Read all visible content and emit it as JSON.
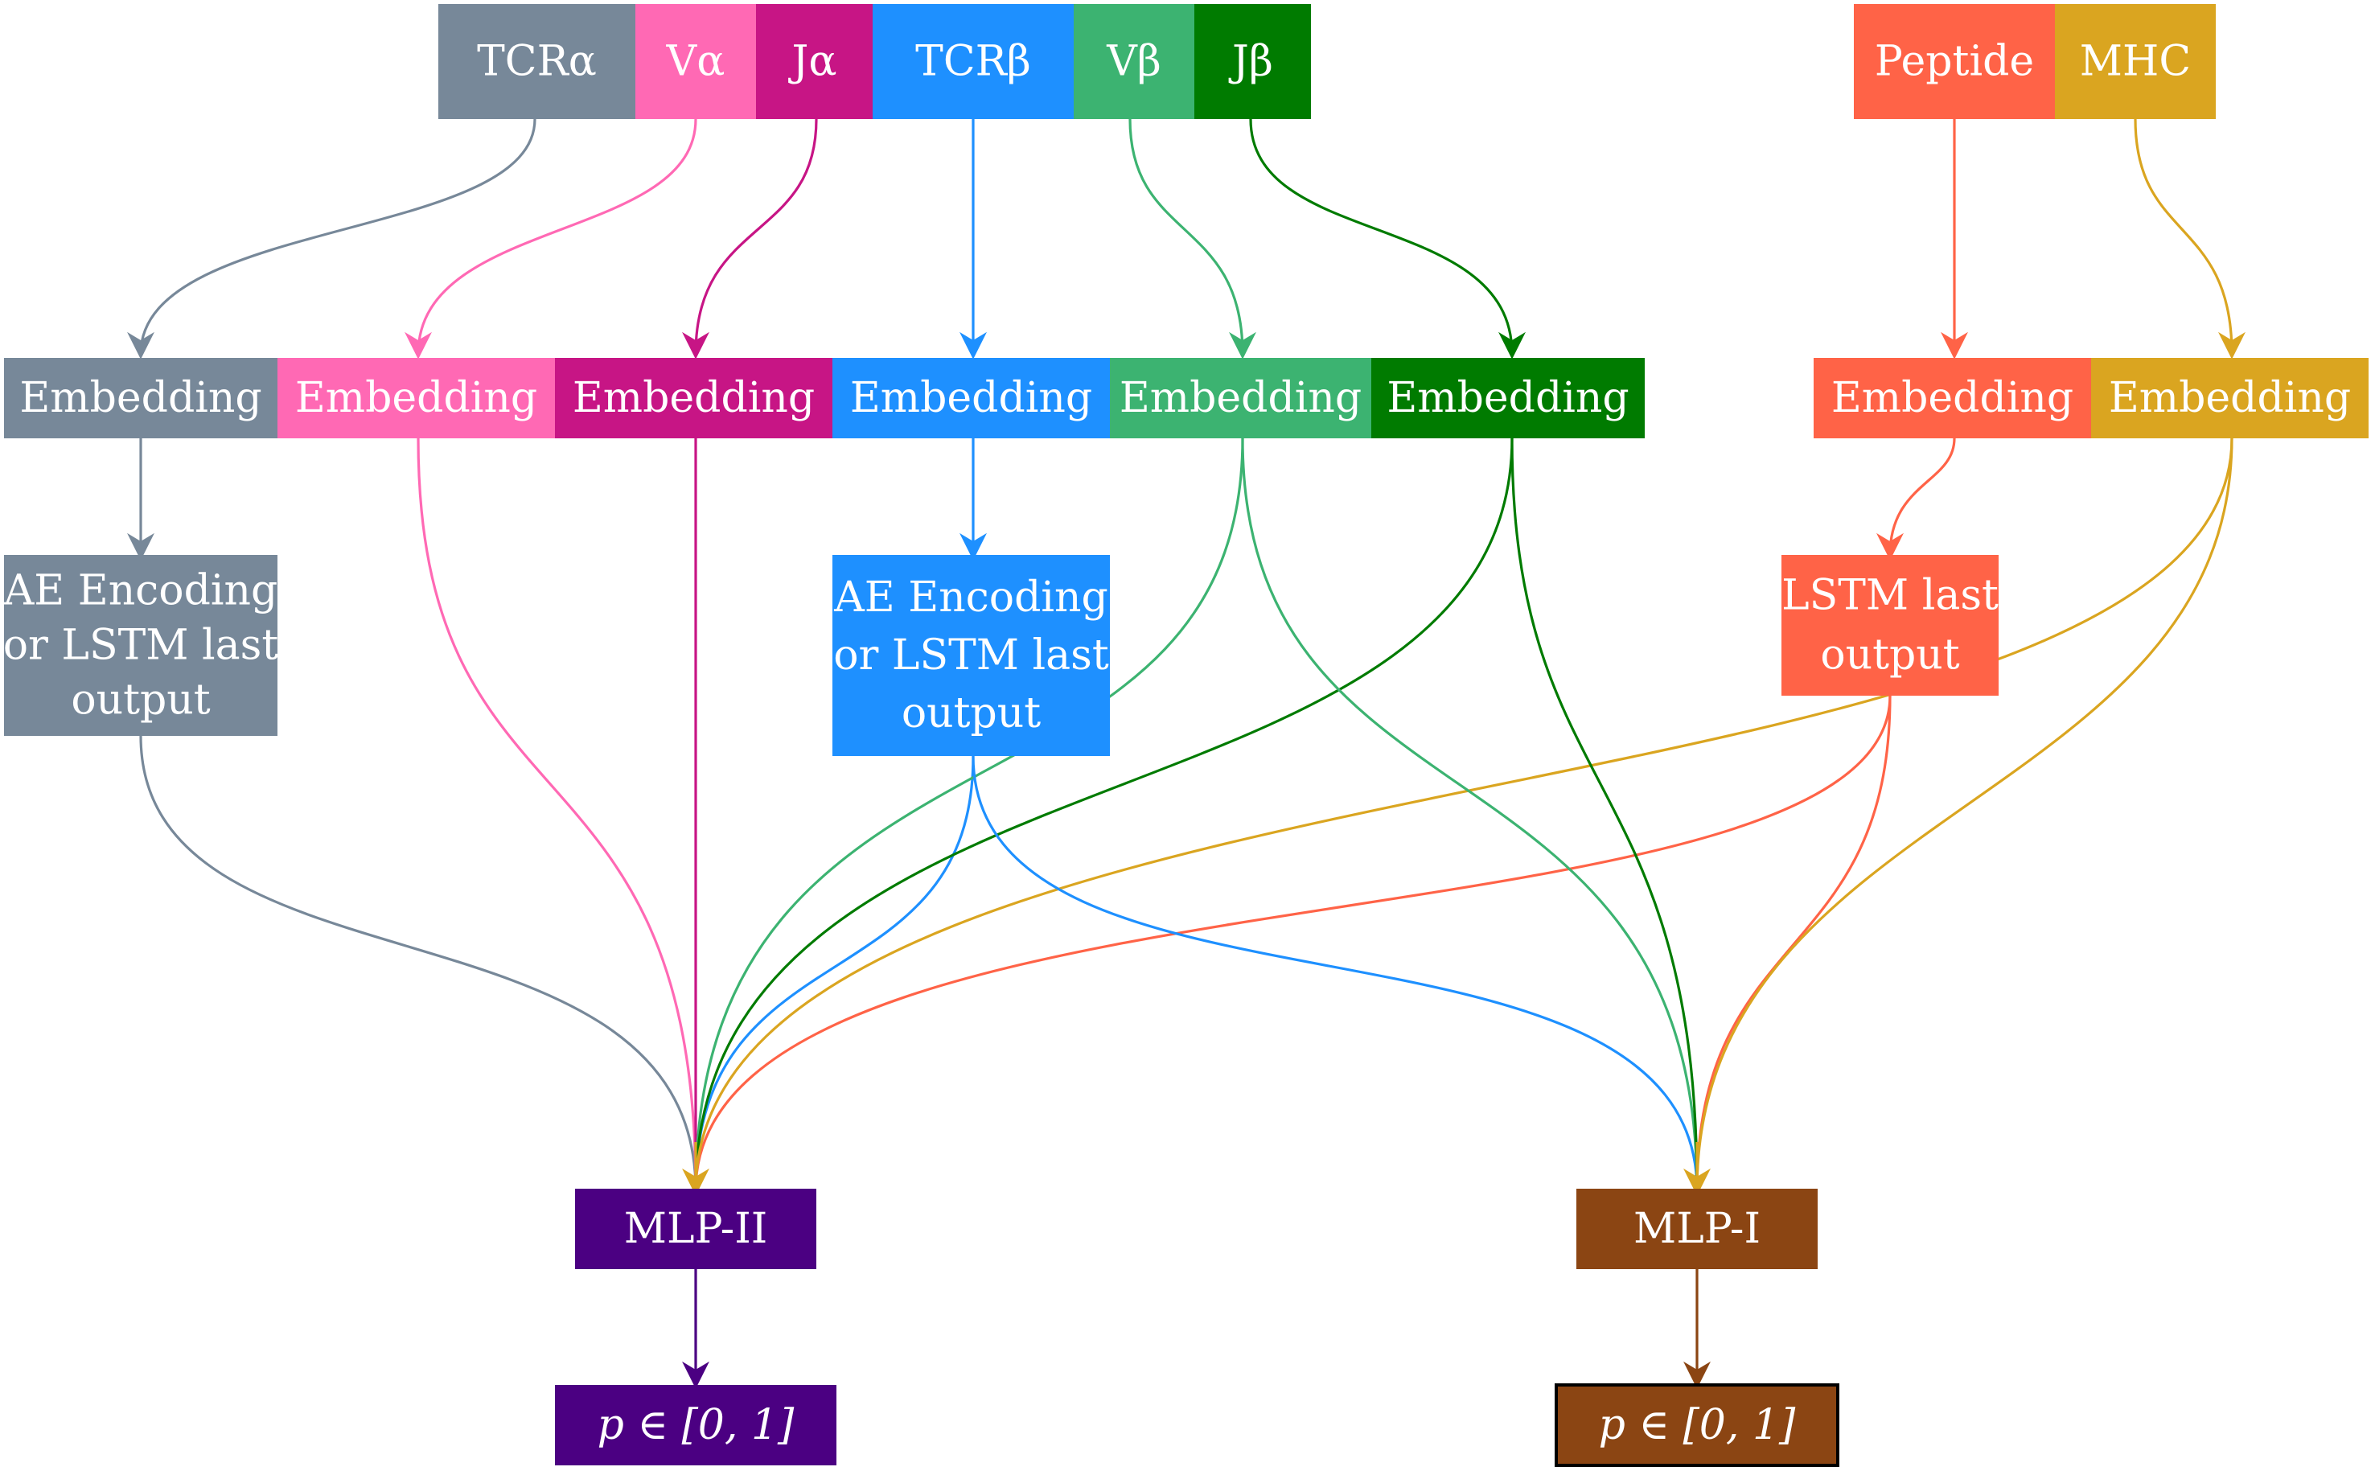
{
  "colors": {
    "tcra": "#778899",
    "va": "#ff69b4",
    "ja": "#c71585",
    "tcrb": "#1e90ff",
    "vb": "#3cb371",
    "jb": "#007b00",
    "peptide": "#ff6347",
    "mhc": "#daa520",
    "mlp2": "#4b0082",
    "mlp1": "#8b4513",
    "mlp1_border": "#000000",
    "text": "#ffffff"
  },
  "inputs": {
    "tcra": "TCRα",
    "va": "Vα",
    "ja": "Jα",
    "tcrb": "TCRβ",
    "vb": "Vβ",
    "jb": "Jβ",
    "peptide": "Peptide",
    "mhc": "MHC"
  },
  "embedding_label": "Embedding",
  "encoders": {
    "tcra": [
      "AE Encoding",
      "or LSTM last",
      "output"
    ],
    "tcrb": [
      "AE Encoding",
      "or LSTM last",
      "output"
    ],
    "peptide": [
      "LSTM last",
      "output"
    ]
  },
  "heads": {
    "mlp2": "MLP-II",
    "mlp1": "MLP-I"
  },
  "outputs": {
    "mlp2": "p ∈ [0, 1]",
    "mlp1": "p ∈ [0, 1]"
  }
}
